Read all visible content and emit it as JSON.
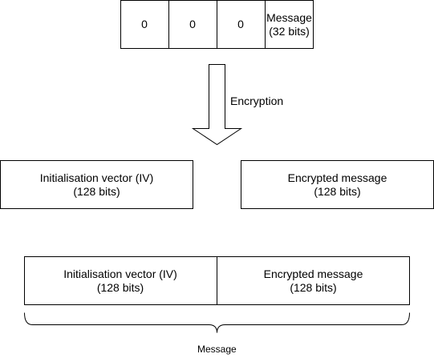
{
  "top_row": {
    "cells": [
      "0",
      "0",
      "0",
      "Message\n(32 bits)"
    ]
  },
  "arrow": {
    "label": "Encryption"
  },
  "middle_row": {
    "iv": "Initialisation vector (IV)\n(128 bits)",
    "encrypted": "Encrypted message\n(128 bits)"
  },
  "bottom_row": {
    "iv": "Initialisation vector (IV)\n(128 bits)",
    "encrypted": "Encrypted message\n(128 bits)",
    "brace_label": "Message"
  }
}
